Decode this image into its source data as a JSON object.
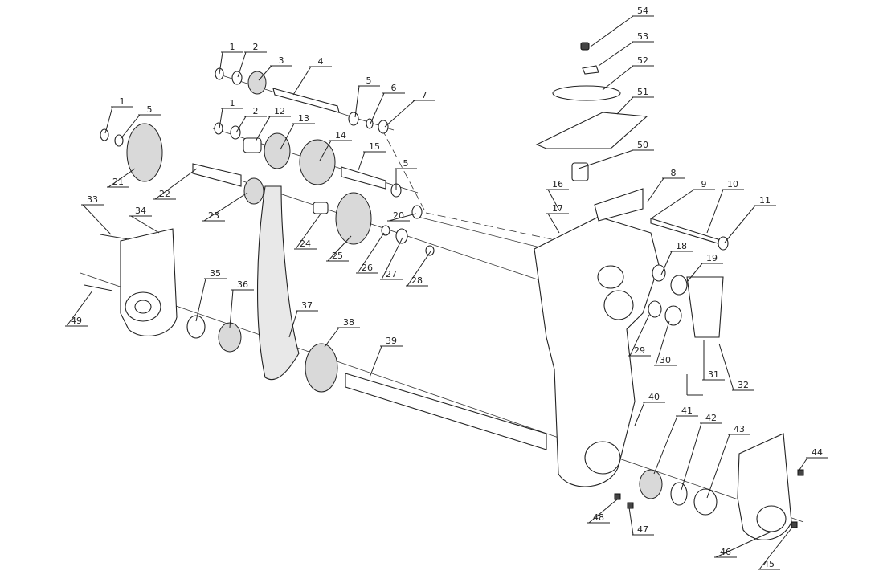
{
  "callouts": [
    "1",
    "2",
    "3",
    "4",
    "5",
    "6",
    "7",
    "1",
    "5",
    "1",
    "2",
    "12",
    "13",
    "14",
    "15",
    "5",
    "21",
    "22",
    "23",
    "24",
    "25",
    "26",
    "27",
    "28",
    "20",
    "16",
    "17",
    "8",
    "9",
    "10",
    "11",
    "18",
    "19",
    "29",
    "30",
    "31",
    "32",
    "33",
    "34",
    "49",
    "35",
    "36",
    "37",
    "38",
    "39",
    "40",
    "41",
    "42",
    "43",
    "44",
    "45",
    "46",
    "47",
    "48",
    "50",
    "51",
    "52",
    "53",
    "54"
  ]
}
